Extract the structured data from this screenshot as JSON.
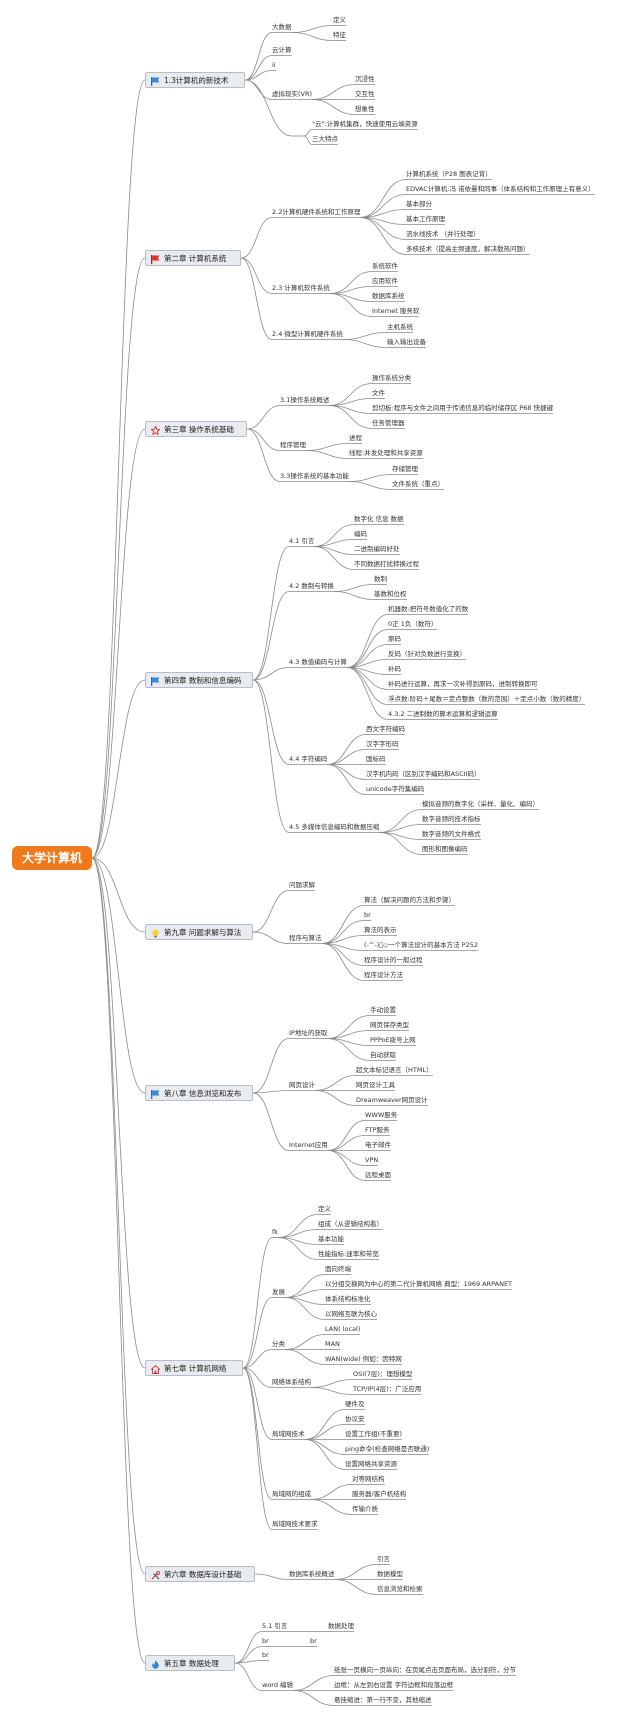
{
  "root": "大学计算机",
  "branches": {
    "b1": "1.3计算机的新技术",
    "b2": "第二章 计算机系统",
    "b3": "第三章 操作系统基础",
    "b4": "第四章 数制和信息编码",
    "b5": "第九章 问题求解与算法",
    "b6": "第八章 信息浏览和发布",
    "b7": "第七章 计算机网络",
    "b8": "第六章 数据库设计基础",
    "b9": "第五章 数据处理"
  },
  "icons": {
    "b1": "blue-flag-icon",
    "b2": "red-flag-icon",
    "b3": "star-outline-icon",
    "b4": "blue-flag-icon",
    "b5": "lightbulb-icon",
    "b6": "blue-flag-icon",
    "b7": "home-icon",
    "b8": "tools-icon",
    "b9": "fire-icon"
  },
  "nodes": {
    "n1_1": "大数据",
    "n1_1a": "定义",
    "n1_1b": "特征",
    "n1_2": "云计算",
    "n1_3": "ii",
    "n1_4": "虚拟现实(VR)",
    "n1_4a": "沉浸性",
    "n1_4b": "交互性",
    "n1_4c": "想象性",
    "n1_5a": "\"云\":计算机集群，快速使用云端资源",
    "n1_5b": "三大特点",
    "n2_1": "2.2计算机硬件系统和工作原理",
    "n2_1a": "计算机系统（P28 图表记背）",
    "n2_1b": "EDVAC计算机:冯 诺依曼和同事（体系结构和工作原理上有意义）",
    "n2_1c": "基本部分",
    "n2_1d": "基本工作原理",
    "n2_1e": "流水线技术 （并行处理）",
    "n2_1f": "多核技术（提高主频速度，解决散热问题）",
    "n2_2": "2.3 计算机软件系统",
    "n2_2a": "系统软件",
    "n2_2b": "应用软件",
    "n2_2c": "数据库系统",
    "n2_2d": "Internet 服务软",
    "n2_3": "2.4 微型计算机硬件系统",
    "n2_3a": "主机系统",
    "n2_3b": "输入输出设备",
    "n3_1": "3.1操作系统概述",
    "n3_1a": "操作系统分类",
    "n3_1b": "文件",
    "n3_1c": "剪切板:程序与文件之间用于传递信息的临时储存区 P68 快捷键",
    "n3_1d": "任务管理器",
    "n3_2": "程序管理",
    "n3_2a": "进程",
    "n3_2b": "线程:并发处理和共享资源",
    "n3_3": "3.3操作系统的基本功能",
    "n3_3a": "存储管理",
    "n3_3b": "文件系统（重点）",
    "n4_1": "4.1 引言",
    "n4_1a": "数字化 信息 数据",
    "n4_1b": "编码",
    "n4_1c": "二进制编码好处",
    "n4_1d": "不同数据打扰转换过程",
    "n4_2": "4.2 数制与转换",
    "n4_2a": "数制",
    "n4_2b": "基数和位权",
    "n4_3": "4.3 数值编码与计算",
    "n4_3a": "机器数:把符号数值化了的数",
    "n4_3b": "0正 1负（数符）",
    "n4_3c": "原码",
    "n4_3d": "反码（针对负数进行变换）",
    "n4_3e": "补码",
    "n4_3f": "补码进行运算，再求一次补得到原码，进制转换即可",
    "n4_3g": "浮点数:阶码＋尾数＝定点整数（数的范围）＋定点小数（数的精度）",
    "n4_3h": "4.3.2 二进制数的算术运算和逻辑运算",
    "n4_4": "4.4 字符编码",
    "n4_4a": "西文字符编码",
    "n4_4b": "汉字字形码",
    "n4_4c": "国标码",
    "n4_4d": "汉字机内码（区别汉字编码和ASCII码）",
    "n4_4e": "unicode字符集编码",
    "n4_5": "4.5 多媒体信息编码和数据压缩",
    "n4_5a": "模拟音频的数字化（采样、量化、编码）",
    "n4_5b": "数字音频的技术指标",
    "n4_5c": "数字音频的文件格式",
    "n4_5d": "图形和图像编码",
    "n5_1": "问题求解",
    "n5_2": "程序与算法",
    "n5_2a": "算法（解决问题的方法和步骤）",
    "n5_2b": "br",
    "n5_2c": "算法的表示",
    "n5_2d": "(-^-)ﾞ◇一个算法设计的基本方法 P252",
    "n5_2e": "程序设计的一般过程",
    "n5_2f": "程序设计方法",
    "n6_1": "IP地址的获取",
    "n6_1a": "手动设置",
    "n6_1b": "网页保存类型",
    "n6_1c": "PPPoE拨号上网",
    "n6_1d": "自动获取",
    "n6_2": "网页设计",
    "n6_2a": "超文本标记语言（HTML）",
    "n6_2b": "网页设计工具",
    "n6_2c": "Dreamweaver网页设计",
    "n6_3": "Internet应用",
    "n6_3a": "WWW服务",
    "n6_3b": "FTP服务",
    "n6_3c": "电子邮件",
    "n6_3d": "VPN",
    "n6_3e": "远程桌面",
    "n7_1": "fk",
    "n7_1a": "定义",
    "n7_1b": "组成（从逻辑结构看）",
    "n7_1c": "基本功能",
    "n7_1d": "性能指标:速率和带宽",
    "n7_2": "发展",
    "n7_2a": "面向终端",
    "n7_2b": "以分组交换网为中心的第二代计算机网络 典型：1969 ARPANET",
    "n7_2c": "体系结构标准化",
    "n7_2d": "以网络互联为核心",
    "n7_3": "分类",
    "n7_3a": "LAN( local)",
    "n7_3b": "MAN",
    "n7_3c": "WAN(wide) 例如：因特网",
    "n7_4": "网络体系结构",
    "n7_4a": "OSI(7层)：理想模型",
    "n7_4b": "TCP/IP(4层)：广泛应用",
    "n7_5": "局域网技术",
    "n7_5a": "硬件及",
    "n7_5b": "协议安",
    "n7_5c": "设置工作组(不重要)",
    "n7_5d": "ping命令(检查网络是否联通)",
    "n7_5e": "设置网络共享资源",
    "n7_6": "局域网的组成",
    "n7_6a": "对等网结构",
    "n7_6b": "服务器/客户机结构",
    "n7_6c": "传输介质",
    "n7_7": "局域网技术要求",
    "n8_1": "数据库系统概述",
    "n8_1a": "引言",
    "n8_1b": "数据模型",
    "n8_1c": "信息浏览和检索",
    "n9_1": "5.1 引言",
    "n9_1a": "数据处理",
    "n9_2": "br",
    "n9_2a": "br",
    "n9_3": "br",
    "n9_4": "word 编辑",
    "n9_4a": "纸张一页横向一页纵向：在页尾点击页面布局，选分割符，分节",
    "n9_4b": "边框：从左到右设置 字符边框和段落边框",
    "n9_4c": "悬挂缩进：第一行不变，其他缩进"
  }
}
